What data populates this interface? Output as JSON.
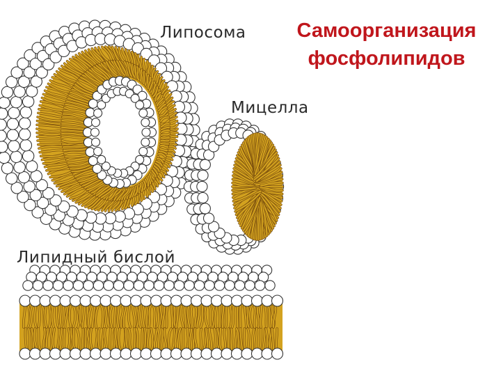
{
  "title": {
    "line1": "Самоорганизация",
    "line2": "фосфолипидов"
  },
  "labels": {
    "liposome": "Липосома",
    "micelle": "Мицелла",
    "bilayer": "Липидный бислой"
  },
  "colors": {
    "title": "#c0161c",
    "label": "#2a2a2a",
    "tail_gold": "#d3a21f",
    "tail_dark": "#7a4f0e",
    "head_fill": "#ffffff",
    "head_stroke": "#333333"
  }
}
